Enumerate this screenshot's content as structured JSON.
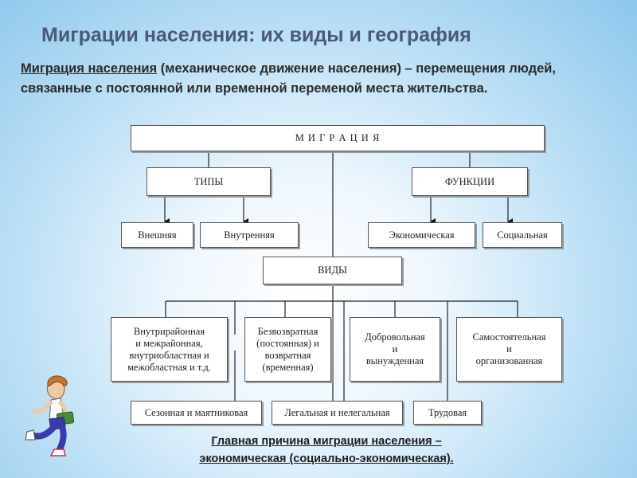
{
  "title": "Миграции населения: их виды и география",
  "intro": {
    "term": "Миграция населения",
    "definition": " (механическое движение населения) – перемещения людей, связанные с постоянной или временной переменой места жительства."
  },
  "diagram": {
    "root": "М И Г Р А Ц И Я",
    "types": "ТИПЫ",
    "functions": "ФУНКЦИИ",
    "external": "Внешняя",
    "internal": "Внутренняя",
    "economic": "Экономическая",
    "social": "Социальная",
    "kinds": "ВИДЫ",
    "intra": "Внутрирайонная\nи межрайонная,\nвнутриобластная и\nмежобластная и т.д.",
    "irrevocable": "Безвозвратная\n(постоянная) и\nвозвратная\n(временная)",
    "voluntary": "Добровольная\nи\nвынужденная",
    "independent": "Самостоятельная\nи\nорганизованная",
    "seasonal": "Сезонная и маятниковая",
    "legal": "Легальная и нелегальная",
    "labor": "Трудовая"
  },
  "conclusion": {
    "line1": "Главная причина миграции населения –",
    "line2": "экономическая (социально-экономическая)."
  }
}
